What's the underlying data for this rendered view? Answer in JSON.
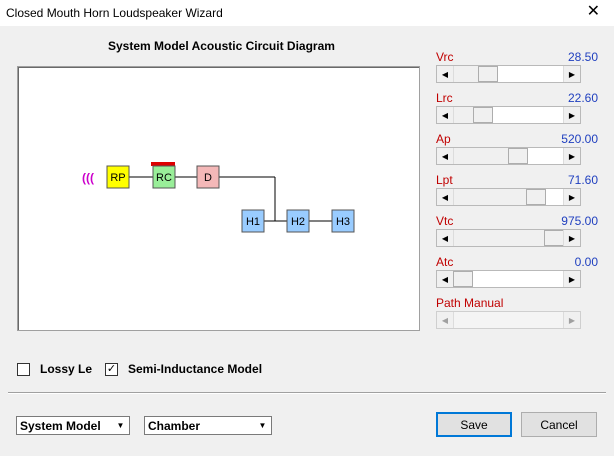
{
  "window": {
    "title": "Closed Mouth Horn Loudspeaker Wizard",
    "close_glyph": "✕"
  },
  "diagram": {
    "title": "System Model Acoustic Circuit Diagram",
    "source_glyph": "(((",
    "boxes": [
      {
        "id": "RP",
        "label": "RP",
        "color": "#ffff00"
      },
      {
        "id": "RC",
        "label": "RC",
        "color": "#99ee99"
      },
      {
        "id": "D",
        "label": "D",
        "color": "#f4b8b8"
      },
      {
        "id": "H1",
        "label": "H1",
        "color": "#99ccff"
      },
      {
        "id": "H2",
        "label": "H2",
        "color": "#99ccff"
      },
      {
        "id": "H3",
        "label": "H3",
        "color": "#99ccff"
      }
    ]
  },
  "params": [
    {
      "label": "Vrc",
      "value": "28.50",
      "fraction": 0.27
    },
    {
      "label": "Lrc",
      "value": "22.60",
      "fraction": 0.22
    },
    {
      "label": "Ap",
      "value": "520.00",
      "fraction": 0.6
    },
    {
      "label": "Lpt",
      "value": "71.60",
      "fraction": 0.8
    },
    {
      "label": "Vtc",
      "value": "975.00",
      "fraction": 1.0
    },
    {
      "label": "Atc",
      "value": "0.00",
      "fraction": 0.0
    },
    {
      "label": "Path  Manual",
      "value": "",
      "fraction": 0.0,
      "disabled": true
    }
  ],
  "options": {
    "lossy_le": {
      "label": "Lossy Le",
      "checked": false
    },
    "semi_inductance": {
      "label": "Semi-Inductance Model",
      "checked": true,
      "check_glyph": "✓"
    }
  },
  "model_select": {
    "value": "System Model"
  },
  "mode_select": {
    "value": "Chamber"
  },
  "buttons": {
    "save": "Save",
    "cancel": "Cancel"
  },
  "colors": {
    "label_red": "#c00000",
    "value_blue": "#1f3fbf",
    "source_magenta": "#cc00cc",
    "rc_bar": "#dd0000"
  }
}
